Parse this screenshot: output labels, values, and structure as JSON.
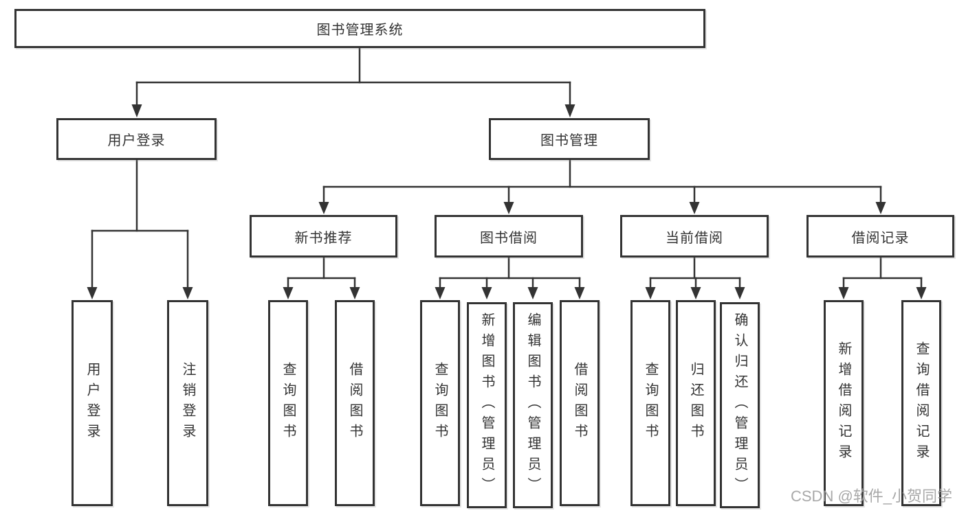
{
  "diagram_title": "图书管理系统",
  "colors": {
    "line": "#333333",
    "text": "#333333",
    "background": "#ffffff",
    "watermark": "#9e9e9e"
  },
  "nodes": {
    "root": {
      "label": "图书管理系统"
    },
    "level2": [
      {
        "label": "用户登录"
      },
      {
        "label": "图书管理"
      }
    ],
    "level3": [
      {
        "label": "新书推荐",
        "parent": "图书管理"
      },
      {
        "label": "图书借阅",
        "parent": "图书管理"
      },
      {
        "label": "当前借阅",
        "parent": "图书管理"
      },
      {
        "label": "借阅记录",
        "parent": "图书管理"
      }
    ],
    "leaves": [
      {
        "label": "用户登录",
        "parent": "用户登录"
      },
      {
        "label": "注销登录",
        "parent": "用户登录"
      },
      {
        "label": "查询图书",
        "parent": "新书推荐"
      },
      {
        "label": "借阅图书",
        "parent": "新书推荐"
      },
      {
        "label": "查询图书",
        "parent": "图书借阅"
      },
      {
        "label": "新增图书（管理员）",
        "parent": "图书借阅"
      },
      {
        "label": "编辑图书（管理员）",
        "parent": "图书借阅"
      },
      {
        "label": "借阅图书",
        "parent": "图书借阅"
      },
      {
        "label": "查询图书",
        "parent": "当前借阅"
      },
      {
        "label": "归还图书",
        "parent": "当前借阅"
      },
      {
        "label": "确认归还（管理员）",
        "parent": "当前借阅"
      },
      {
        "label": "新增借阅记录",
        "parent": "借阅记录"
      },
      {
        "label": "查询借阅记录",
        "parent": "借阅记录"
      }
    ]
  },
  "watermark": "CSDN @软件_小贺同学"
}
